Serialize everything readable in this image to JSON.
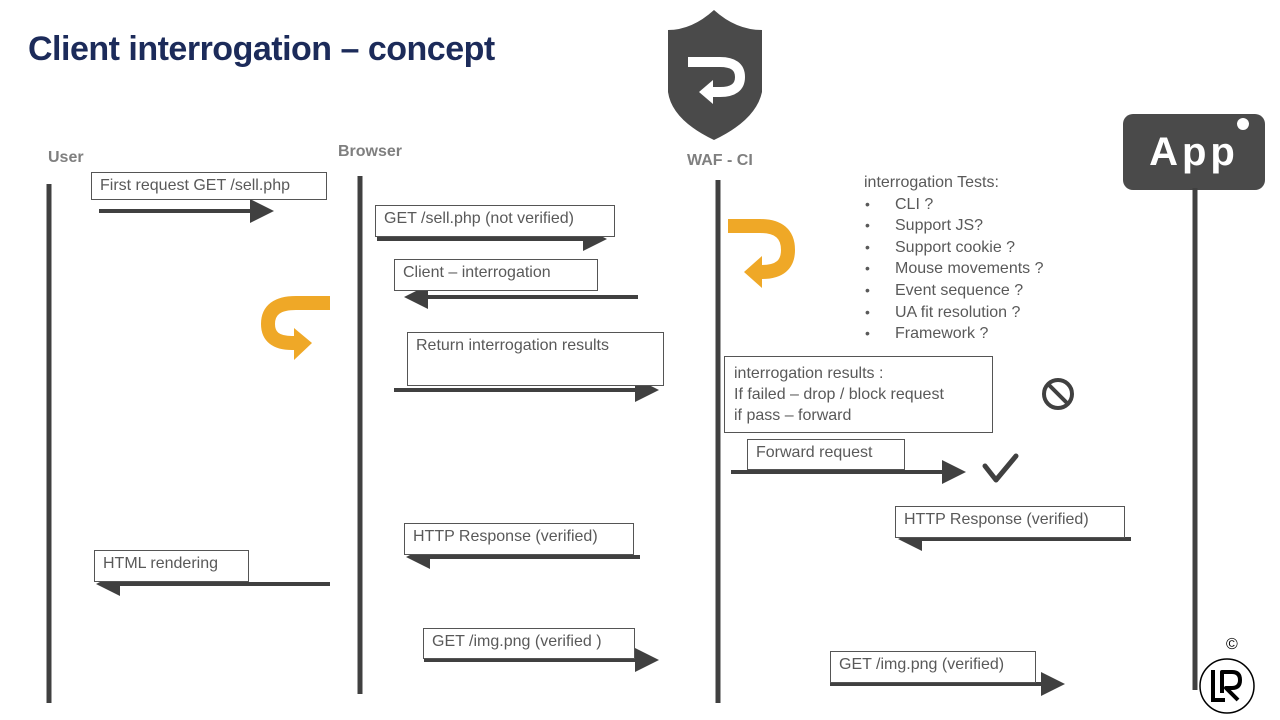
{
  "title": "Client interrogation – concept",
  "actors": {
    "user": "User",
    "browser": "Browser",
    "waf": "WAF - CI",
    "app": "App"
  },
  "messages": {
    "first_request": "First request GET /sell.php",
    "get_not_verified": "GET /sell.php  (not verified)",
    "client_interrogation": "Client  – interrogation",
    "return_results": "Return interrogation results",
    "results_line1": "interrogation results :",
    "results_line2": "If failed  – drop / block request",
    "results_line3": "if pass – forward",
    "forward_request": "Forward request",
    "http_response_app": "HTTP Response (verified)",
    "http_response_waf": "HTTP Response (verified)",
    "html_rendering": "HTML rendering",
    "get_img_browser": "GET /img.png (verified )",
    "get_img_waf": "GET /img.png (verified)"
  },
  "tests": {
    "heading": "interrogation Tests:",
    "items": [
      "CLI ?",
      "Support JS?",
      "Support cookie ?",
      "Mouse movements ?",
      "Event sequence ?",
      "UA fit resolution ?",
      "Framework ?"
    ]
  },
  "copyright": "©",
  "colors": {
    "title": "#1c2b5a",
    "lifeline": "#404040",
    "arrow": "#404040",
    "accent": "#efa827",
    "shield": "#4a4a4a",
    "text": "#595959"
  },
  "icons": {
    "waf_logo": "shield-icon",
    "loop": "return-arrow-icon",
    "block": "no-entry-icon",
    "pass": "checkmark-icon",
    "brand": "lr-logo-icon"
  }
}
